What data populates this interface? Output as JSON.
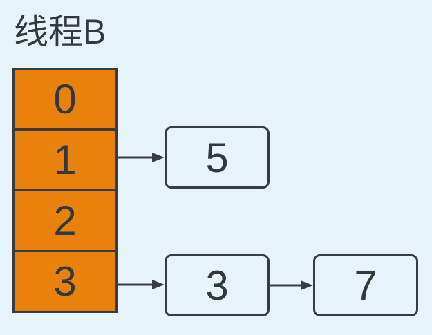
{
  "diagram": {
    "title": "线程B",
    "array": {
      "cells": [
        {
          "label": "0"
        },
        {
          "label": "1"
        },
        {
          "label": "2"
        },
        {
          "label": "3"
        }
      ]
    },
    "nodes": [
      {
        "id": "node-5",
        "value": "5"
      },
      {
        "id": "node-3",
        "value": "3"
      },
      {
        "id": "node-7",
        "value": "7"
      }
    ],
    "edges": [
      {
        "from": "array-cell-1",
        "to": "node-5"
      },
      {
        "from": "array-cell-3",
        "to": "node-3"
      },
      {
        "from": "node-3",
        "to": "node-7"
      }
    ],
    "colors": {
      "background": "#e7f3fa",
      "cell_fill": "#e8820c",
      "stroke": "#363c42",
      "text": "#33383d"
    }
  }
}
